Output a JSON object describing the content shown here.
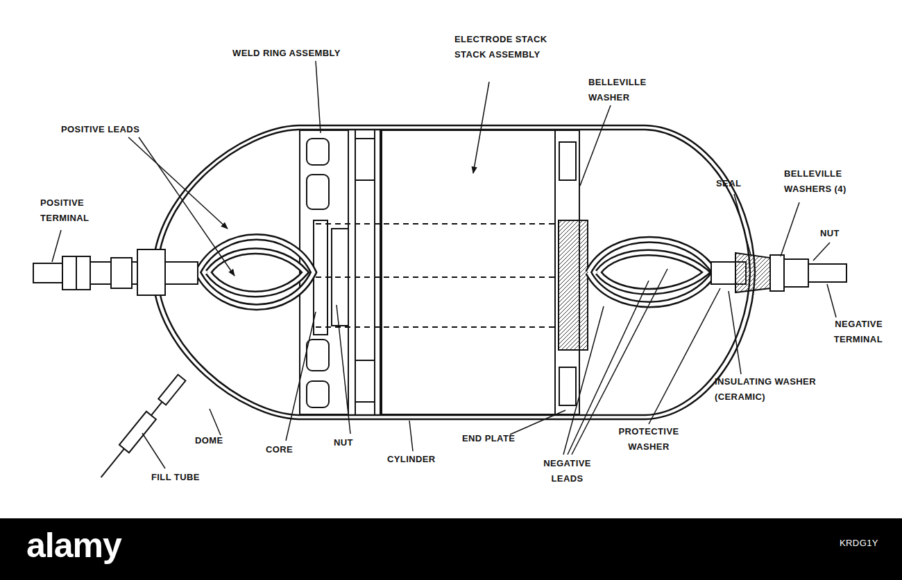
{
  "diagram": {
    "labels": [
      "WELD RING ASSEMBLY",
      "ELECTRODE STACK STACK ASSEMBLY",
      "BELLEVILLE WASHER",
      "POSITIVE LEADS",
      "POSITIVE TERMINAL",
      "SEAL",
      "BELLEVILLE WASHERS (4)",
      "NUT",
      "NEGATIVE TERMINAL",
      "INSULATING WASHER (CERAMIC)",
      "PROTECTIVE WASHER",
      "DOME",
      "CORE",
      "NUT",
      "CYLINDER",
      "END PLATE",
      "NEGATIVE LEADS",
      "FILL TUBE",
      "alamy",
      "KRDG1Y"
    ]
  }
}
